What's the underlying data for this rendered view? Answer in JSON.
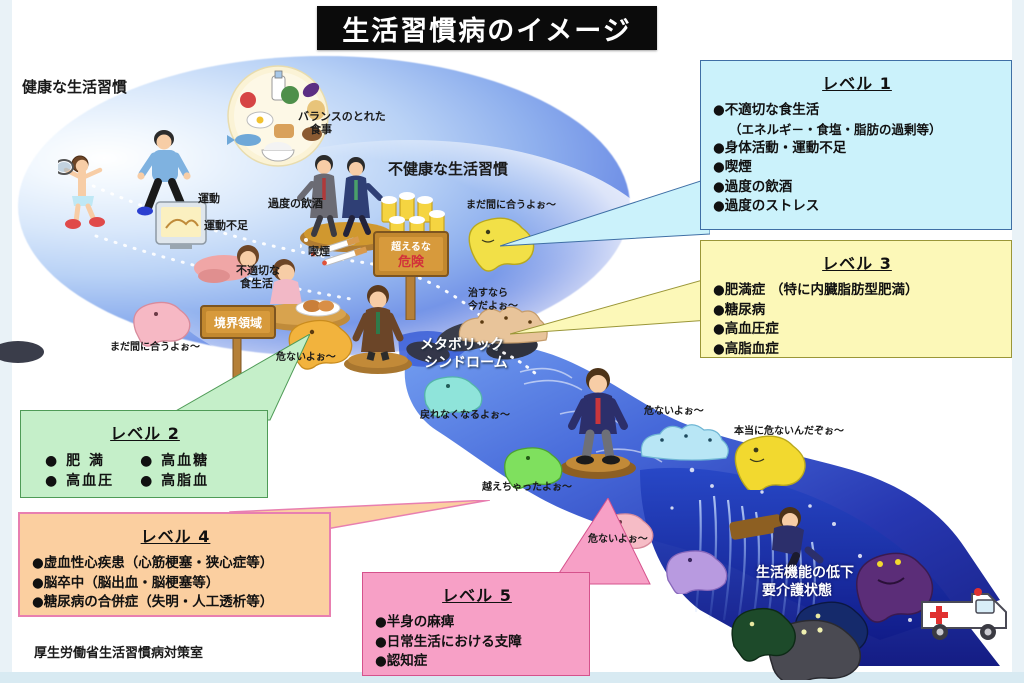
{
  "title": "生活習慣病のイメージ",
  "credit": "厚生労働省生活習慣病対策室",
  "levels": {
    "level1": {
      "title": "レベル 1",
      "color": "#cbf2fb",
      "items": [
        "●不適切な食生活",
        "（エネルギ－・食塩・脂肪の過剰等）",
        "●身体活動・運動不足",
        "●喫煙",
        "●過度の飲酒",
        "●過度のストレス"
      ]
    },
    "level2": {
      "title": "レベル 2",
      "color": "#c5efc9",
      "col1": [
        "● 肥 満",
        "● 高血圧"
      ],
      "col2": [
        "● 高血糖",
        "● 高脂血"
      ]
    },
    "level3": {
      "title": "レベル 3",
      "color": "#fcf8b8",
      "items": [
        "●肥満症 （特に内臓脂肪型肥満）",
        "●糖尿病",
        "●高血圧症",
        "●高脂血症"
      ]
    },
    "level4": {
      "title": "レベル 4",
      "color": "#fbcfa0",
      "items": [
        "●虚血性心疾患（心筋梗塞・狭心症等）",
        "●脳卒中（脳出血・脳梗塞等）",
        "●糖尿病の合併症（失明・人工透析等）"
      ]
    },
    "level5": {
      "title": "レベル 5",
      "color": "#f7a0c6",
      "items": [
        "●半身の麻痺",
        "●日常生活における支障",
        "●認知症"
      ]
    }
  },
  "scene": {
    "healthy_heading": "健康な生活習慣",
    "unhealthy_heading": "不健康な生活習慣",
    "exercise": "運動",
    "balanced_meal_1": "バランスのとれた",
    "balanced_meal_2": "食事",
    "lack_of_exercise": "運動不足",
    "excess_drinking": "過度の飲酒",
    "smoking": "喫煙",
    "bad_diet_1": "不適切な",
    "bad_diet_2": "食生活",
    "sign_danger_top": "超えるな",
    "sign_danger_bottom": "危険",
    "sign_border": "境界領域",
    "metabolic_1": "メタボリック",
    "metabolic_2": "シンドローム",
    "decline_1": "生活機能の低下",
    "decline_2": "要介護状態",
    "bubble_still_time_a": "まだ間に合うよぉ～",
    "bubble_still_time_b": "まだ間に合うよぉ～",
    "bubble_cure_now_1": "治すなら",
    "bubble_cure_now_2": "今だよぉ～",
    "bubble_dangerous_a": "危ないよぉ～",
    "bubble_cant_return": "戻れなくなるよぉ～",
    "bubble_crossed": "越えちゃったよぉ～",
    "bubble_dangerous_b": "危ないよぉ～",
    "bubble_dangerous_c": "危ないよぉ～",
    "bubble_really_dangerous": "本当に危ないんだぞぉ～"
  },
  "icons": {
    "ambulance": "ambulance-icon",
    "red_cross": "red-cross-icon",
    "signpost": "signpost-icon",
    "beer": "beer-mugs-icon",
    "cigarette": "cigarette-icon"
  }
}
